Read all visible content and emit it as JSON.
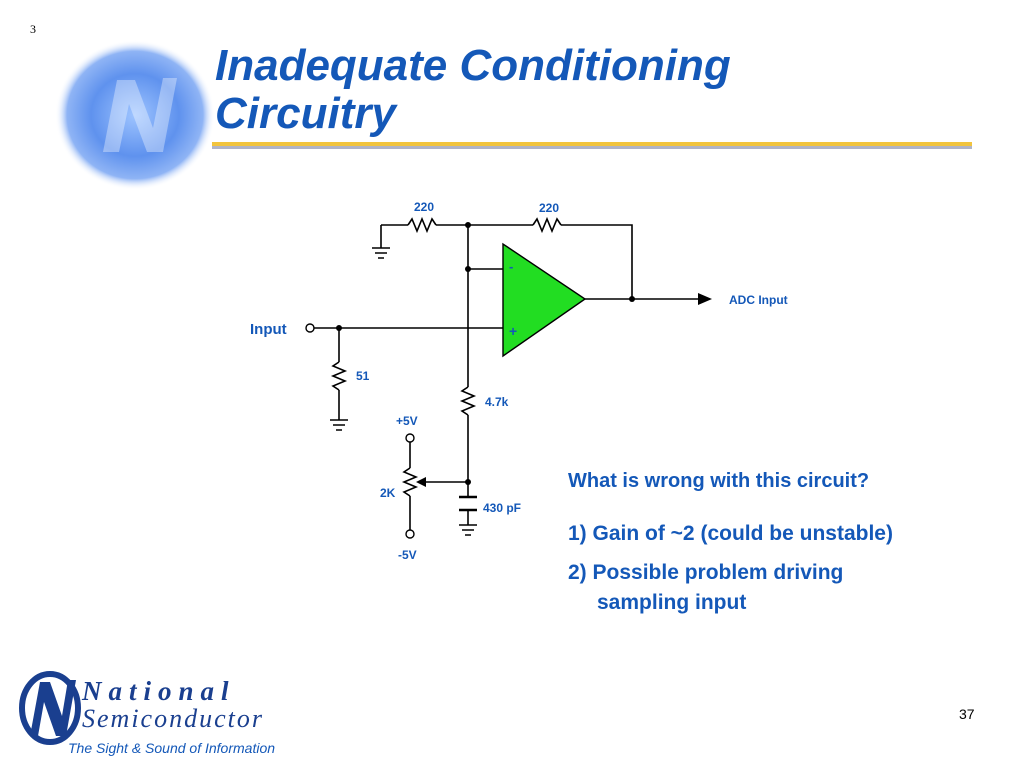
{
  "slide": {
    "corner_number": "3",
    "title_line1": "Inadequate Conditioning",
    "title_line2": "Circuitry",
    "page_number": "37"
  },
  "circuit": {
    "label_r_ground": "220",
    "label_r_feedback": "220",
    "label_minus": "-",
    "label_plus": "+",
    "label_output": "ADC Input",
    "label_input": "Input",
    "label_r_term": "51",
    "label_r_bias": "4.7k",
    "label_pos_supply": "+5V",
    "label_pot": "2K",
    "label_neg_supply": "-5V",
    "label_cap": "430 pF"
  },
  "questions": {
    "heading": "What is wrong with this circuit?",
    "item1": "1) Gain of ~2 (could be unstable)",
    "item2_line1": "2) Possible problem driving",
    "item2_line2": "sampling input"
  },
  "logo": {
    "name_line1": "National",
    "name_line2": "Semiconductor",
    "tagline": "The Sight & Sound of Information"
  },
  "colors": {
    "title_blue": "#1458b8",
    "opamp_green": "#22dd22",
    "rule_gold": "#f2c43e",
    "logo_navy": "#1a3f8f"
  }
}
